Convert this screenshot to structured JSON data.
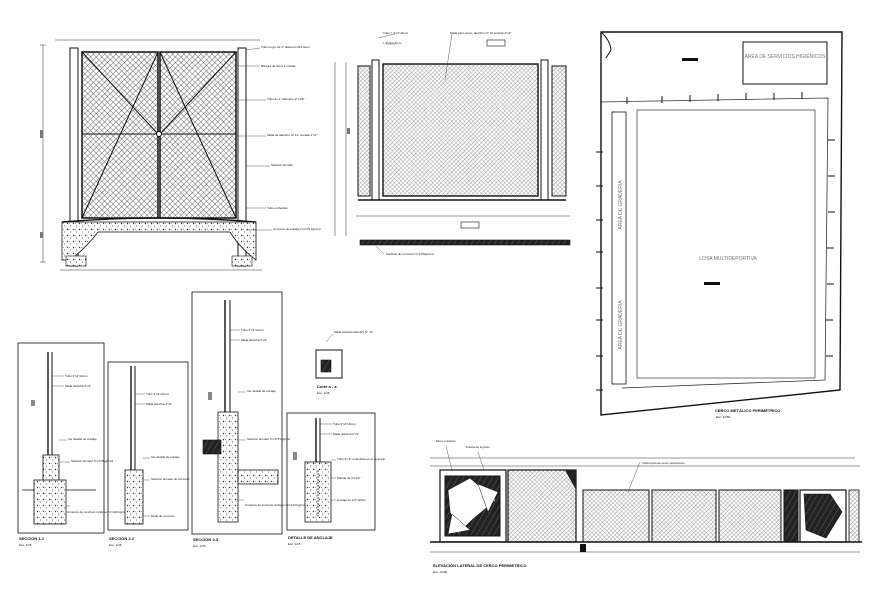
{
  "gate": {
    "notes": [
      "Tubo negro de 1\" diametro #14 Alum.",
      "Bisagra de fierro 1 unidad",
      "Tubo de 1\" diametro Z\"x1/8\"",
      "Malla de alambre N° 10, cocada 2\"x2\"",
      "Sardinel armado",
      "Tubo embebido",
      "Concreto de anclaje f'c=175 kg/cm2"
    ]
  },
  "fence_panel": {
    "notes": [
      "Tubo = 3\"x4\"x6mm",
      "L 2\"x2\"x 6mm",
      "Malla para cerco, alambre N° 10 cocada 2\"x2\"",
      "Sardinel de concreto f'c=175kg/cm2"
    ]
  },
  "plan": {
    "services_label": "AREA DE SERVICIOS HIGIÉNICOS",
    "gradas_label": "AREA DE GRADERIA",
    "losa_label": "LOSA MULTIDEPORTIVA",
    "caption": "CERCO METÁLICO PERIMÉTRICO",
    "scale": "Esc. 1/250"
  },
  "sections": {
    "s11": {
      "title": "SECCIÓN 1-1",
      "scale": "Esc. 1/25",
      "notes": [
        "Tubo 3\"x4\"x6mm",
        "Malla plancha 2\"x2\"",
        "Ver detalle de anclaje",
        "Sardinel armado f'c=175kg/cm2",
        "Cimiento de concreto ciclópeo f'c=140 kg/cm2"
      ]
    },
    "s22": {
      "title": "SECCIÓN 2-2",
      "scale": "Esc. 1/25",
      "notes": [
        "Tubo 3\"x4\"x6mm",
        "Malla plancha 2\"x2\"",
        "Ver detalle de anclaje",
        "Sardinel armado de concreto",
        "Dado de concreto"
      ]
    },
    "s33": {
      "title": "SECCIÓN 3-3",
      "scale": "Esc. 1/25",
      "notes": [
        "Tubo 3\"x4\"x6mm",
        "Malla plancha 2\"x2\"",
        "Ver detalle de anclaje",
        "Sardinel armado f'c=175 kg/cm2",
        "Cimiento de concreto ciclópeo f'c=140 kg/cm2"
      ]
    },
    "anclaje": {
      "title": "DETALLE DE ANCLAJE",
      "scale": "Esc. 1/25",
      "notes": [
        "Tubo 3\"x4\"x6mm",
        "Malla plancha 2\"x2\"",
        "Tubo 3\"x3\" embebido en el concreto",
        "Platina de 3\"x1/4\"",
        "Anclaje de 1/2\"x20cm"
      ]
    },
    "corte": {
      "title": "Corte a - a",
      "scale": "Esc. 1/25",
      "notes": [
        "Malla plancha alambre N° 10"
      ]
    }
  },
  "elevation": {
    "caption": "ELEVACIÓN LATERAL DE CERCO PERIMÉTRICO",
    "scale": "Esc. 1/100",
    "notes": [
      "Muro existente",
      "Puerta de ingreso",
      "Vista típica de cerco perimétrico"
    ]
  }
}
